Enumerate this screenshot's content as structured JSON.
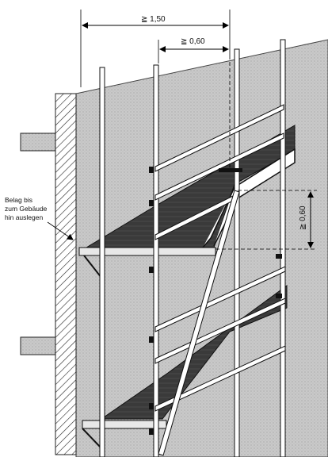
{
  "diagram": {
    "dimensions": {
      "bay_width": "≧ 1,50",
      "console_width": "≧ 0,60",
      "side_protection_width": "≧ 0,60"
    },
    "annotation": {
      "line1": "Belag bis",
      "line2": "zum Gebäude",
      "line3": "hin auslegen"
    }
  }
}
